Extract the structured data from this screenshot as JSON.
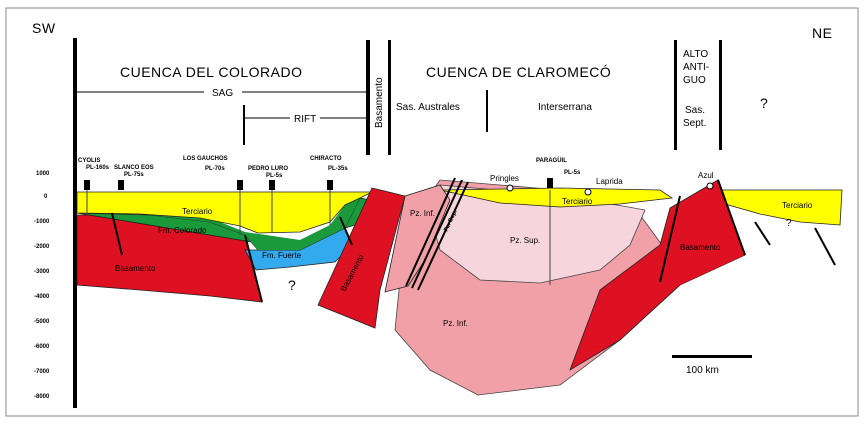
{
  "corners": {
    "sw": "SW",
    "ne": "NE"
  },
  "basins": {
    "colorado": "CUENCA DEL COLORADO",
    "claromeco": "CUENCA DE CLAROMECÓ",
    "basamento": "Basamento",
    "alto_line1": "ALTO",
    "alto_line2": "ANTI-",
    "alto_line3": "GUO",
    "sas_sept_line1": "Sas.",
    "sas_sept_line2": "Sept.",
    "question_top": "?"
  },
  "brackets": {
    "sag": "SAG",
    "rift": "RIFT",
    "sas_australes": "Sas. Australes",
    "interserrana": "Interserrana"
  },
  "depth_axis": {
    "ticks": [
      "1000",
      "0",
      "-1000",
      "-2000",
      "-3000",
      "-4000",
      "-5000",
      "-6000",
      "-7000",
      "-8000"
    ]
  },
  "wells": [
    {
      "name": "CYOLIS",
      "code": "PL-160s"
    },
    {
      "name": "SLANCO EOS",
      "code": "PL-75s"
    },
    {
      "name": "LOS GAUCHOS",
      "code": "PL-70s"
    },
    {
      "name": "PEDRO LURO",
      "code": "PL-5s"
    },
    {
      "name": "CHIRACTO",
      "code": "PL-35s"
    },
    {
      "name": "PARAGÜIL",
      "code": "PL-5s"
    },
    {
      "name": "Pringles",
      "code": ""
    },
    {
      "name": "Laprida",
      "code": ""
    },
    {
      "name": "Azul",
      "code": ""
    }
  ],
  "units": {
    "terciario_1": "Terciario",
    "terciario_2": "Terciario",
    "terciario_3": "Terciario",
    "fm_colorado": "Fm. Colorado",
    "fm_fuerte": "Fm. Fuerte",
    "basamento_left": "Basamento",
    "basamento_mid": "Basamento",
    "basamento_right": "Basamento",
    "pz_inf_upper": "Pz. Inf.",
    "pz_sup_dip": "Pz. Sup.",
    "pz_sup": "Pz. Sup.",
    "pz_inf_lower": "Pz. Inf.",
    "question_1": "?",
    "question_2": "?"
  },
  "scale_bar": {
    "label": "100 km"
  },
  "colors": {
    "terciario": "#ffff00",
    "colorado": "#1a9a3a",
    "fuerte": "#33aaee",
    "basamento": "#dd1122",
    "pz_inf": "#f2a0a8",
    "pz_sup": "#f6d6dc"
  }
}
